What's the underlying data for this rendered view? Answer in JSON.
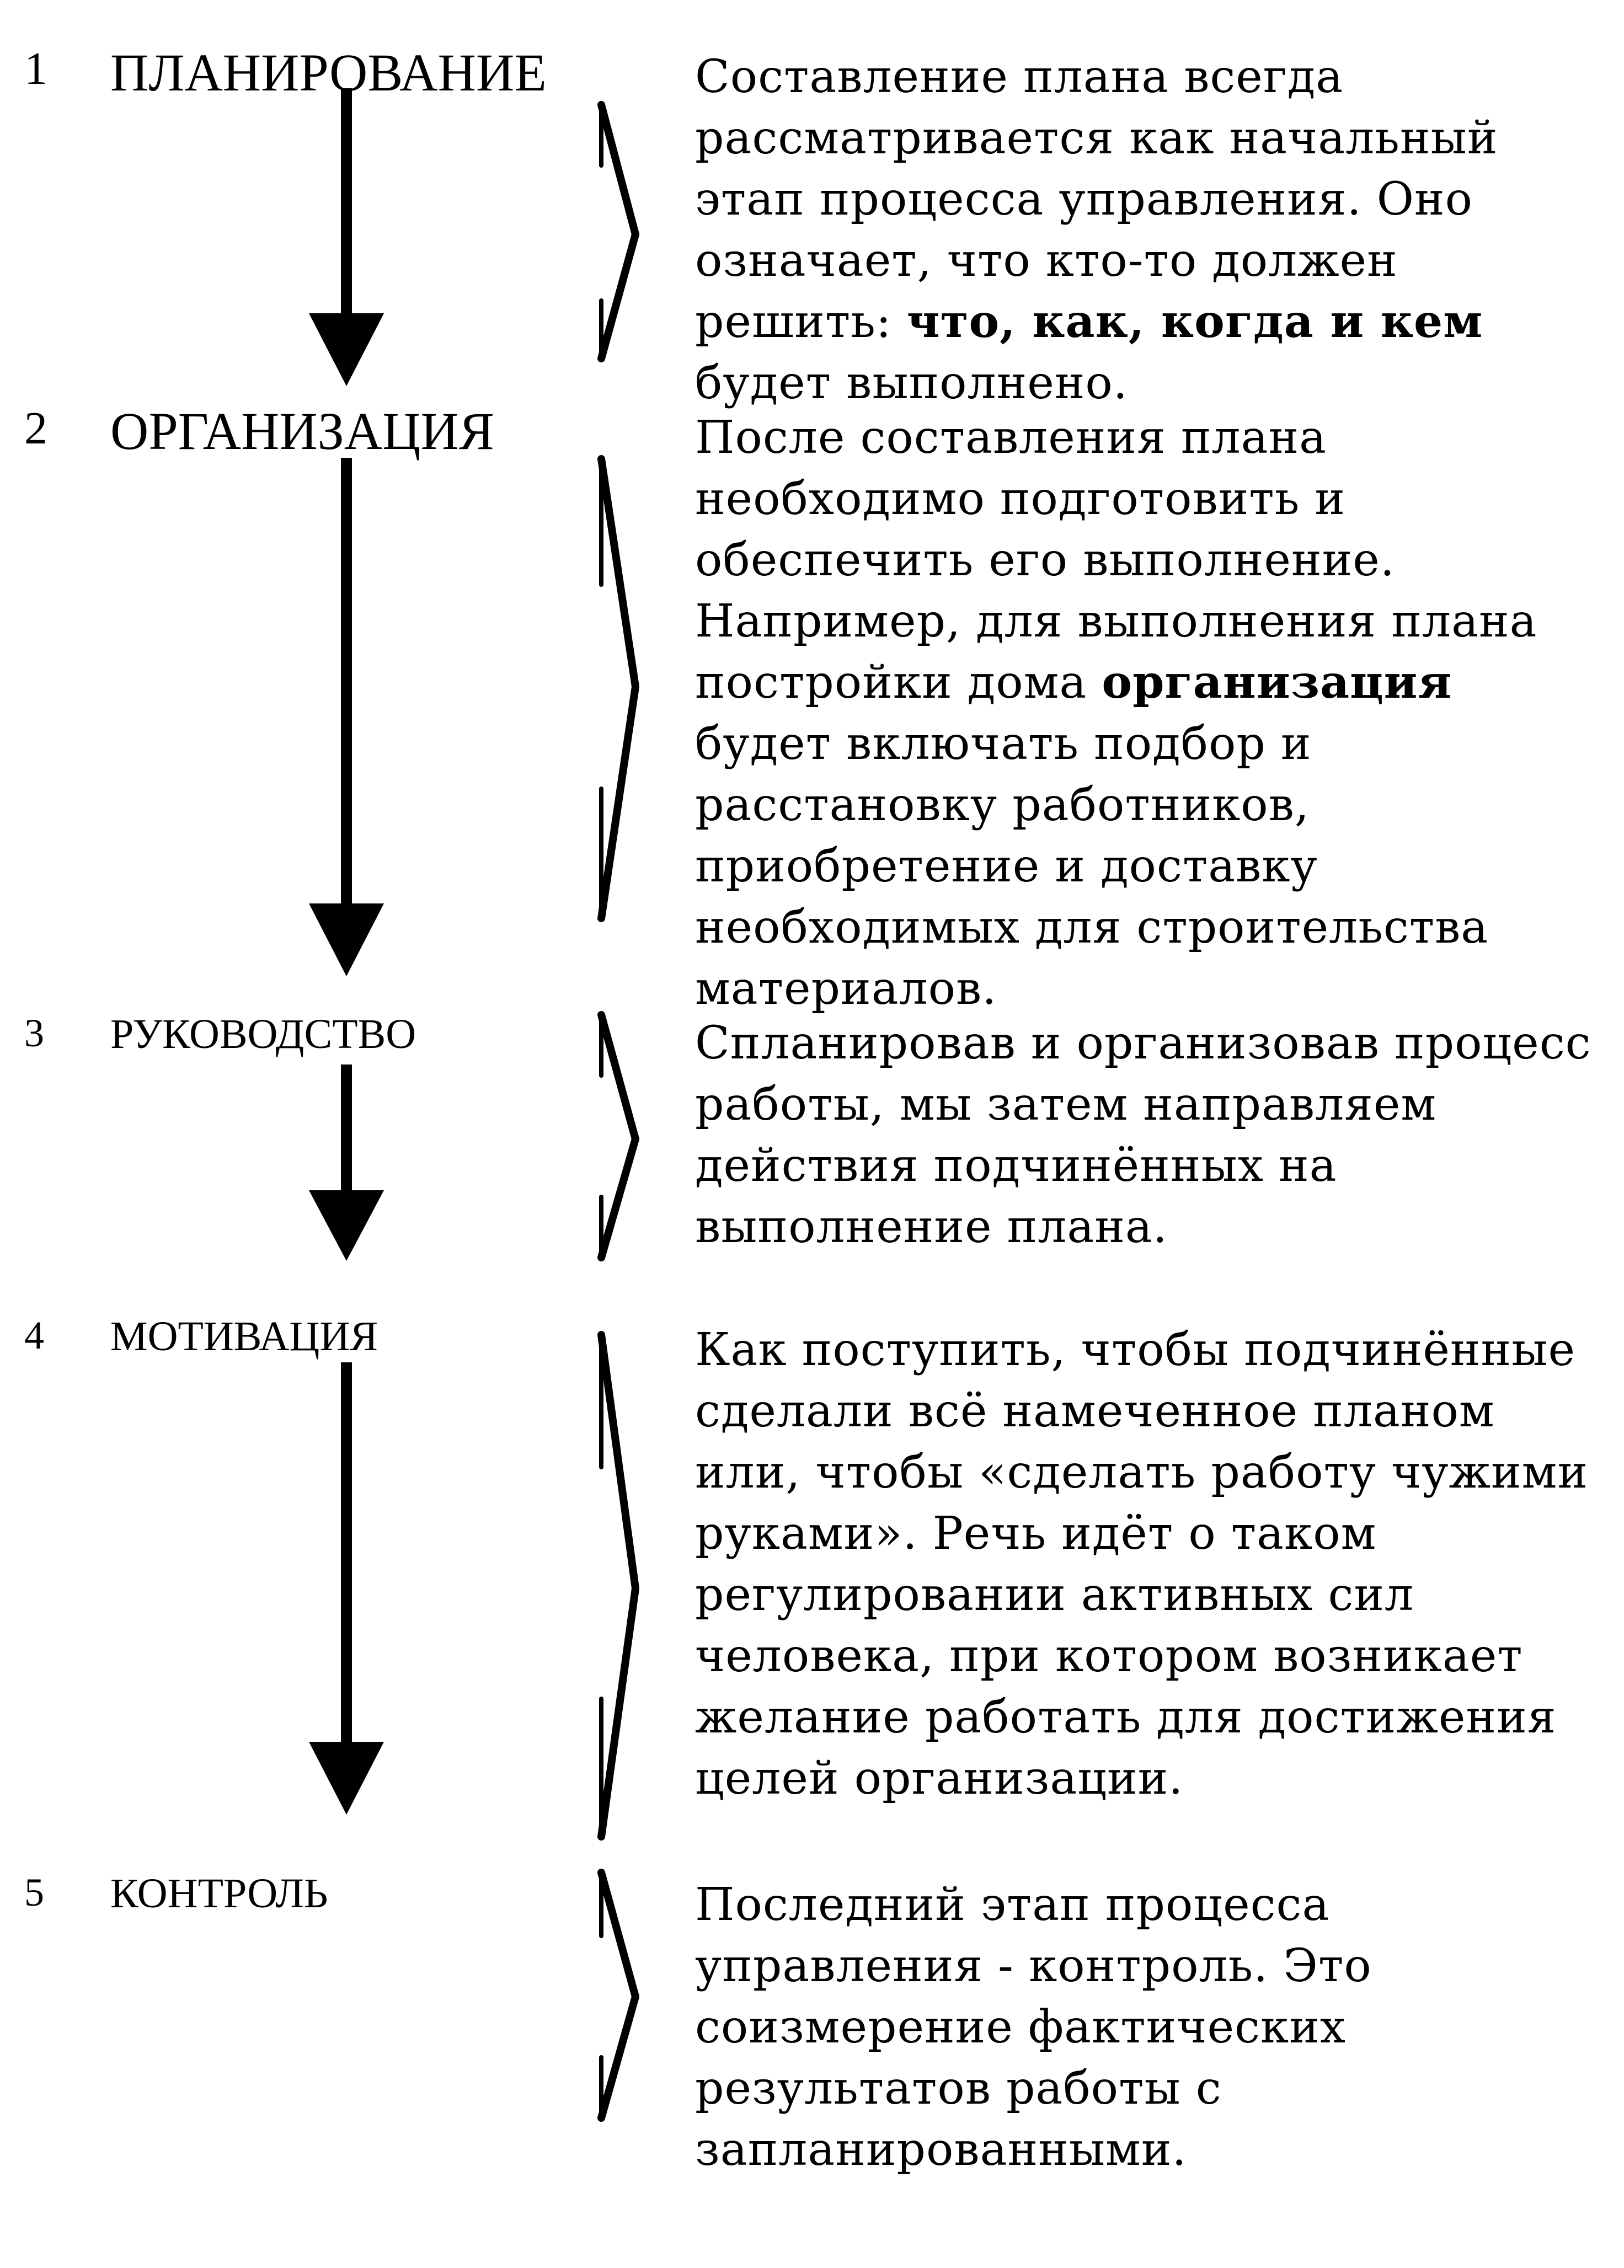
{
  "steps": [
    {
      "num": "1",
      "title": "ПЛАНИРОВАНИЕ",
      "desc_pre": "Составление плана всегда рассматривается как начальный этап процесса управления. Оно означает, что кто-то должен решить: ",
      "desc_bold": "что, как, когда и кем",
      "desc_post": " будет выполнено."
    },
    {
      "num": "2",
      "title": "ОРГАНИЗАЦИЯ",
      "desc_pre": "После составления плана необходимо подготовить и обеспечить его выполнение. Например, для выполнения плана постройки дома ",
      "desc_bold": "организация",
      "desc_post": " будет включать подбор и расстановку работников, приобретение и доставку необходимых для строительства материалов."
    },
    {
      "num": "3",
      "title": "РУКОВОДСТВО",
      "desc_pre": "Спланировав и организовав процесс работы, мы затем направляем действия подчинённых на выполнение плана.",
      "desc_bold": "",
      "desc_post": ""
    },
    {
      "num": "4",
      "title": "МОТИВАЦИЯ",
      "desc_pre": "Как поступить, чтобы подчинённые сделали всё намеченное планом или, чтобы «сделать работу чужими руками». Речь идёт о таком регулировании активных сил человека, при котором возникает желание работать для достижения целей организации.",
      "desc_bold": "",
      "desc_post": ""
    },
    {
      "num": "5",
      "title": "КОНТРОЛЬ",
      "desc_pre": "Последний этап процесса управления - контроль. Это соизмерение фактических результатов работы с запланированными.",
      "desc_bold": "",
      "desc_post": ""
    }
  ]
}
